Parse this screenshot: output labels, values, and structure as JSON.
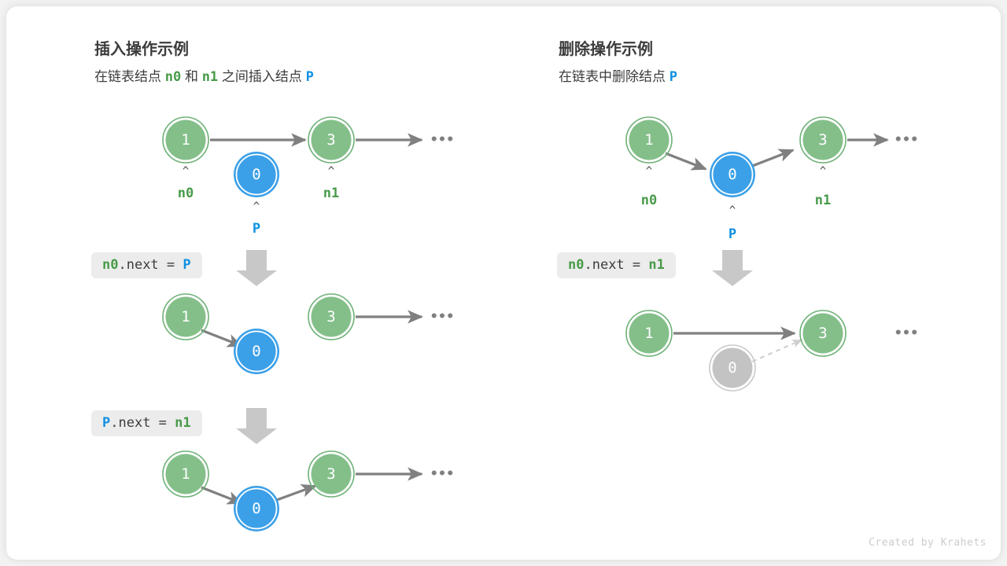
{
  "page": {
    "background": "#f2f2f2",
    "card_background": "#ffffff",
    "watermark": "Created by Krahets"
  },
  "colors": {
    "green_fill": "#84bf8a",
    "green_ring": "#6eb177",
    "green_text": "#479b49",
    "blue_fill": "#3ba0e8",
    "blue_ring": "#2e96e2",
    "blue_text": "#0f90e0",
    "gray_fill": "#c3c3c3",
    "gray_ring": "#bdbdbd",
    "arrow": "#808080",
    "big_arrow": "#c8c8c8",
    "code_bg": "#ececec",
    "code_text": "#3c3c3c",
    "title_text": "#3c3c3c",
    "watermark_text": "#cccccc"
  },
  "panels": [
    {
      "id": "insert",
      "title": "插入操作示例",
      "subtitle_parts": [
        {
          "text": "在链表结点",
          "style": "plain"
        },
        {
          "text": "n0",
          "style": "green-mono"
        },
        {
          "text": "和",
          "style": "plain"
        },
        {
          "text": "n1",
          "style": "green-mono"
        },
        {
          "text": "之间插入结点",
          "style": "plain"
        },
        {
          "text": "P",
          "style": "blue-mono"
        }
      ],
      "steps": [
        {
          "id": "insert-step-1",
          "code": null,
          "nodes": [
            {
              "name": "node-1",
              "value": "1",
              "color": "green",
              "label": "n0",
              "label_color": "green",
              "caret": "^"
            },
            {
              "name": "node-0",
              "value": "0",
              "color": "blue",
              "label": "P",
              "label_color": "blue",
              "caret": "^"
            },
            {
              "name": "node-3",
              "value": "3",
              "color": "green",
              "label": "n1",
              "label_color": "green",
              "caret": "^"
            }
          ],
          "ellipsis": "•••"
        },
        {
          "id": "insert-step-2",
          "code": {
            "parts": [
              {
                "text": "n0",
                "style": "green"
              },
              {
                "text": ".next = ",
                "style": "dark"
              },
              {
                "text": "P",
                "style": "blue"
              }
            ]
          },
          "nodes": [
            {
              "name": "node-1",
              "value": "1",
              "color": "green"
            },
            {
              "name": "node-0",
              "value": "0",
              "color": "blue"
            },
            {
              "name": "node-3",
              "value": "3",
              "color": "green"
            }
          ],
          "ellipsis": "•••"
        },
        {
          "id": "insert-step-3",
          "code": {
            "parts": [
              {
                "text": "P",
                "style": "blue"
              },
              {
                "text": ".next = ",
                "style": "dark"
              },
              {
                "text": "n1",
                "style": "green"
              }
            ]
          },
          "nodes": [
            {
              "name": "node-1",
              "value": "1",
              "color": "green"
            },
            {
              "name": "node-0",
              "value": "0",
              "color": "blue"
            },
            {
              "name": "node-3",
              "value": "3",
              "color": "green"
            }
          ],
          "ellipsis": "•••"
        }
      ]
    },
    {
      "id": "delete",
      "title": "删除操作示例",
      "subtitle_parts": [
        {
          "text": "在链表中删除结点",
          "style": "plain"
        },
        {
          "text": "P",
          "style": "blue-mono"
        }
      ],
      "steps": [
        {
          "id": "delete-step-1",
          "code": null,
          "nodes": [
            {
              "name": "node-1",
              "value": "1",
              "color": "green",
              "label": "n0",
              "label_color": "green",
              "caret": "^"
            },
            {
              "name": "node-0",
              "value": "0",
              "color": "blue",
              "label": "P",
              "label_color": "blue",
              "caret": "^"
            },
            {
              "name": "node-3",
              "value": "3",
              "color": "green",
              "label": "n1",
              "label_color": "green",
              "caret": "^"
            }
          ],
          "ellipsis": "•••"
        },
        {
          "id": "delete-step-2",
          "code": {
            "parts": [
              {
                "text": "n0",
                "style": "green"
              },
              {
                "text": ".next = ",
                "style": "dark"
              },
              {
                "text": "n1",
                "style": "green"
              }
            ]
          },
          "nodes": [
            {
              "name": "node-1",
              "value": "1",
              "color": "green"
            },
            {
              "name": "node-0",
              "value": "0",
              "color": "gray"
            },
            {
              "name": "node-3",
              "value": "3",
              "color": "green"
            }
          ],
          "ellipsis": "•••"
        }
      ]
    }
  ],
  "labels": {
    "insert_title": "插入操作示例",
    "delete_title": "删除操作示例",
    "ellipsis": "•••",
    "caret": "^"
  },
  "text": {
    "insert_sub_1": "在链表结点",
    "insert_sub_n0": "n0",
    "insert_sub_2": "和",
    "insert_sub_n1": "n1",
    "insert_sub_3": "之间插入结点",
    "insert_sub_P": "P",
    "delete_sub_1": "在链表中删除结点",
    "delete_sub_P": "P",
    "code_ins1_a": "n0",
    "code_ins1_b": ".next = ",
    "code_ins1_c": "P",
    "code_ins2_a": "P",
    "code_ins2_b": ".next = ",
    "code_ins2_c": "n1",
    "code_del1_a": "n0",
    "code_del1_b": ".next = ",
    "code_del1_c": "n1",
    "n0": "n0",
    "n1": "n1",
    "P": "P",
    "v1": "1",
    "v0": "0",
    "v3": "3"
  }
}
